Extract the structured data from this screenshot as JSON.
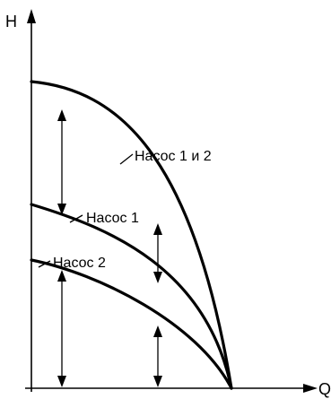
{
  "axes": {
    "y_label": "H",
    "x_label": "Q"
  },
  "curves": [
    {
      "id": "combined",
      "label": "Насос 1 и 2"
    },
    {
      "id": "pump1",
      "label": "Насос 1"
    },
    {
      "id": "pump2",
      "label": "Насос 2"
    }
  ]
}
